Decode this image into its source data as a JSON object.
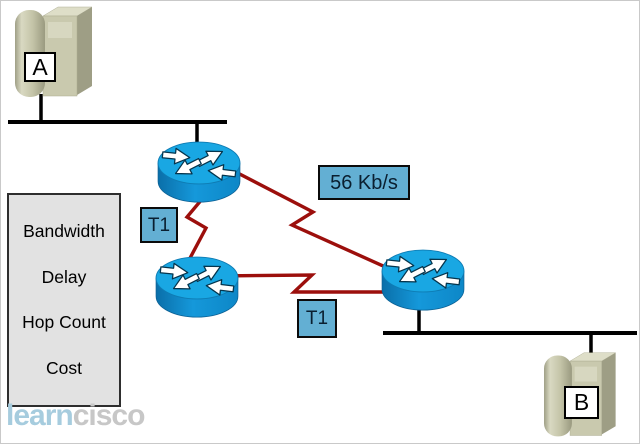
{
  "hosts": [
    {
      "label": "A"
    },
    {
      "label": "B"
    }
  ],
  "links": [
    {
      "name": "t1-link-top",
      "label": "T1"
    },
    {
      "name": "t1-link-bottom",
      "label": "T1"
    },
    {
      "name": "serial-56k-link",
      "label": "56 Kb/s"
    }
  ],
  "metric_box": {
    "items": [
      "Bandwidth",
      "Delay",
      "Hop Count",
      "Cost"
    ]
  },
  "watermark": {
    "learn": "learn",
    "cisco": "cisco"
  },
  "colors": {
    "router_blue": "#19a7e3",
    "link_red": "#9c0f0c",
    "label_box_fill": "#63afd3",
    "metric_box_fill": "#e2e2e2",
    "server_beige": "#c9c9ae",
    "ethernet_black": "#000000",
    "watermark_learn": "#a6ccde",
    "watermark_cisco": "#c7c7c7"
  }
}
